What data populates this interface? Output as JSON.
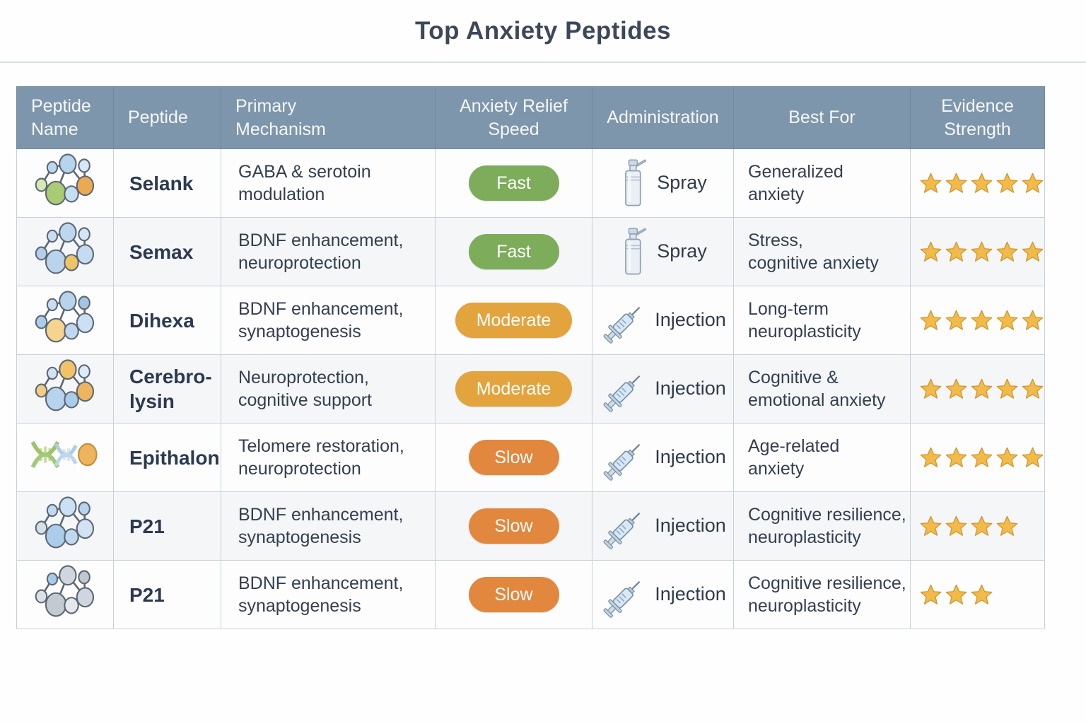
{
  "page": {
    "title": "Top Anxiety Peptides"
  },
  "table": {
    "columns": [
      {
        "id": "structure",
        "label": "Peptide\nName",
        "align": "left"
      },
      {
        "id": "peptide",
        "label": "Peptide",
        "align": "left"
      },
      {
        "id": "mechanism",
        "label": "Primary\nMechanism",
        "align": "left"
      },
      {
        "id": "speed",
        "label": "Anxiety Relief\nSpeed",
        "align": "center"
      },
      {
        "id": "administration",
        "label": "Administration",
        "align": "center"
      },
      {
        "id": "best_for",
        "label": "Best For",
        "align": "center"
      },
      {
        "id": "evidence",
        "label": "Evidence\nStrength",
        "align": "center"
      }
    ],
    "colors": {
      "header_bg": "#7e96ac",
      "speed": {
        "Fast": "#7dac5b",
        "Moderate": "#e3a33d",
        "Slow": "#e2873e"
      },
      "star": "#f2bb49"
    },
    "rows": [
      {
        "structure_icon": "molecule-icon",
        "icon_colors": [
          "#d8e8b2",
          "#bcd8f0",
          "#b5d4ee",
          "#a9cb74",
          "#c6def2",
          "#ecaa50",
          "#d8e8f6"
        ],
        "peptide": "Selank",
        "mechanism": "GABA & serotoin\nmodulation",
        "speed": "Fast",
        "administration": {
          "icon": "spray-icon",
          "label": "Spray"
        },
        "best_for": "Generalized\nanxiety",
        "evidence_stars": 5
      },
      {
        "structure_icon": "molecule-icon",
        "icon_colors": [
          "#b3cfe9",
          "#c9def2",
          "#bdd7ef",
          "#b9d4ec",
          "#f0c464",
          "#c3dcf2",
          "#d6e6f5"
        ],
        "peptide": "Semax",
        "mechanism": "BDNF enhancement,\nneuroprotection",
        "speed": "Fast",
        "administration": {
          "icon": "spray-icon",
          "label": "Spray"
        },
        "best_for": "Stress,\ncognitive anxiety",
        "evidence_stars": 5
      },
      {
        "structure_icon": "molecule-icon",
        "icon_colors": [
          "#abccea",
          "#c9def2",
          "#b7d3ed",
          "#f4d48e",
          "#bfd8ef",
          "#cbe0f3",
          "#a3c4e2"
        ],
        "peptide": "Dihexa",
        "mechanism": "BDNF enhancement,\nsynaptogenesis",
        "speed": "Moderate",
        "administration": {
          "icon": "syringe-icon",
          "label": "Injection"
        },
        "best_for": "Long-term\nneuroplasticity",
        "evidence_stars": 5
      },
      {
        "structure_icon": "molecule-icon",
        "icon_colors": [
          "#f2cc82",
          "#d2e2f3",
          "#f0c466",
          "#b7d3ed",
          "#abccea",
          "#eeb45e",
          "#dfeaf7"
        ],
        "peptide": "Cerebro-\nlysin",
        "mechanism": "Neuroprotection,\ncognitive support",
        "speed": "Moderate",
        "administration": {
          "icon": "syringe-icon",
          "label": "Injection"
        },
        "best_for": "Cognitive &\nemotional anxiety",
        "evidence_stars": 5
      },
      {
        "structure_icon": "dna-icon",
        "icon_colors": [
          "#9fc468",
          "#aecde8",
          "#edb45e"
        ],
        "peptide": "Epithalon",
        "mechanism": "Telomere restoration,\nneuroprotection",
        "speed": "Slow",
        "administration": {
          "icon": "syringe-icon",
          "label": "Injection"
        },
        "best_for": "Age-related\nanxiety",
        "evidence_stars": 5
      },
      {
        "structure_icon": "molecule-icon",
        "icon_colors": [
          "#d7dfe7",
          "#c1d9f0",
          "#cbe0f3",
          "#abccea",
          "#bfd8ef",
          "#d2e2f3",
          "#b7d3ed"
        ],
        "peptide": "P21",
        "mechanism": "BDNF enhancement,\nsynaptogenesis",
        "speed": "Slow",
        "administration": {
          "icon": "syringe-icon",
          "label": "Injection"
        },
        "best_for": "Cognitive resilience,\nneuroplasticity",
        "evidence_stars": 4
      },
      {
        "structure_icon": "molecule-icon",
        "icon_colors": [
          "#dde1e6",
          "#a5c9e8",
          "#d0d6dd",
          "#c4cad2",
          "#e4e8ec",
          "#d0d6dd",
          "#c0c7cf"
        ],
        "peptide": "P21",
        "mechanism": "BDNF enhancement,\nsynaptogenesis",
        "speed": "Slow",
        "administration": {
          "icon": "syringe-icon",
          "label": "Injection"
        },
        "best_for": "Cognitive resilience,\nneuroplasticity",
        "evidence_stars": 3
      }
    ]
  }
}
